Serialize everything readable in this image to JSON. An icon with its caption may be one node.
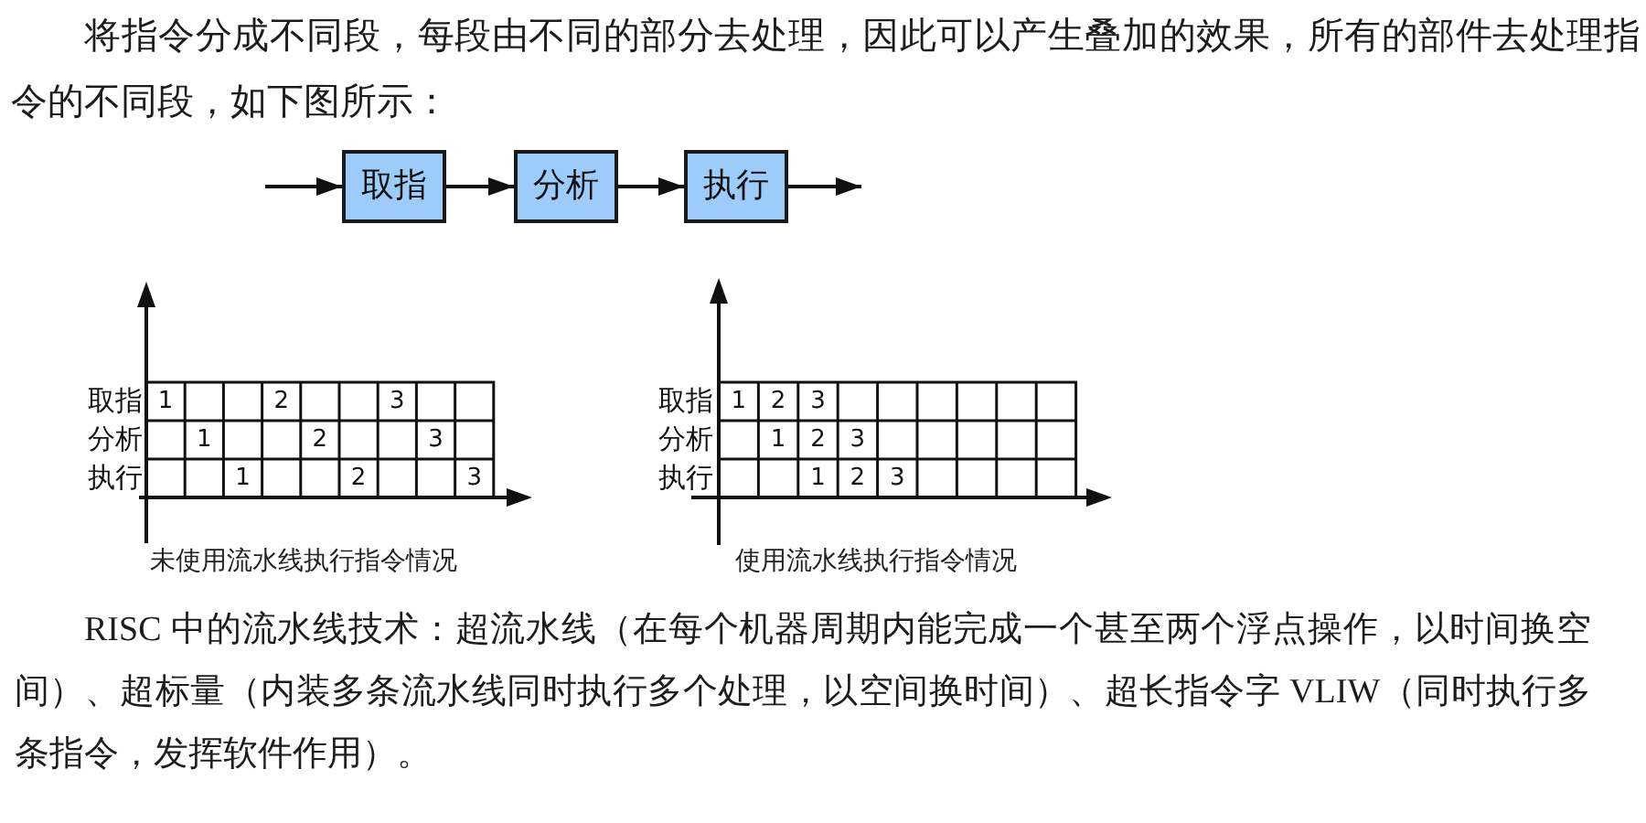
{
  "diagram": {
    "nodes": [
      {
        "text": [
          "取指"
        ]
      },
      {
        "text": [
          "分析"
        ]
      },
      {
        "text": [
          "执行"
        ]
      }
    ],
    "edges": [
      {
        "from": null,
        "to": 0,
        "arrow": "to"
      },
      {
        "from": 0,
        "to": 1,
        "arrow": "to"
      },
      {
        "from": 1,
        "to": 2,
        "arrow": "to"
      },
      {
        "from": 2,
        "to": null,
        "arrow": "to"
      }
    ],
    "labels": [
      "将指令分成不同段，每段由不同的部分去处理，因此可以产生叠加的效果，所有的部件去处理指令的不同段，如下图所示：",
      "取指",
      "1",
      "2",
      "3",
      "分析",
      "1",
      "2",
      "3",
      "执行",
      "1",
      "2",
      "3",
      "未使用流水线执行指令情况",
      "取指",
      "1",
      "2",
      "3",
      "分析",
      "1",
      "2",
      "3",
      "执行",
      "1",
      "2",
      "3",
      "使用流水线执行指令情况",
      "RISC 中的流水线技术：超流水线（在每个机器周期内能完成一个甚至两个浮点操作，以时间换空间）、超标量（内装多条流水线同时执行多个处理，以空间换时间）、超长指令字 VLIW（同时执行多条指令，发挥软件作用）。"
    ]
  }
}
